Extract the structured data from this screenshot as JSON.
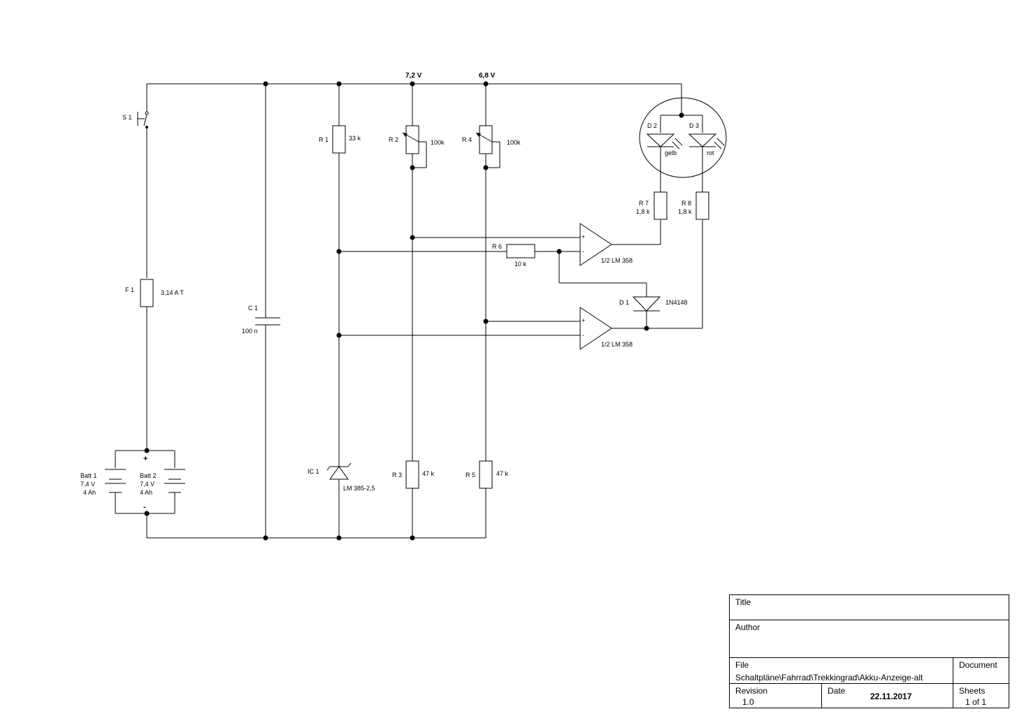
{
  "labels": {
    "rail_72": "7,2 V",
    "rail_68": "6,8 V",
    "s1": "S 1",
    "f1": "F 1",
    "f1_value": "3,14 A T",
    "c1": "C 1",
    "c1_value": "100 n",
    "r1": "R 1",
    "r1_value": "33 k",
    "r2": "R 2",
    "r2_value": "100k",
    "r4": "R 4",
    "r4_value": "100k",
    "r6": "R 6",
    "r6_value": "10 k",
    "r3": "R 3",
    "r3_value": "47 k",
    "r5": "R 5",
    "r5_value": "47 k",
    "r7": "R 7",
    "r7_value": "1,8 k",
    "r8": "R 8",
    "r8_value": "1,8 k",
    "d1": "D 1",
    "d1_value": "1N4148",
    "d2": "D 2",
    "d2_color": "gelb",
    "d3": "D 3",
    "d3_color": "rot",
    "ic1": "IC 1",
    "ic1_value": "LM 385-2,5",
    "opamp1": "1/2  LM 358",
    "opamp2": "1/2  LM 358",
    "batt1_name": "Batt 1",
    "batt1_voltage": "7,4 V",
    "batt1_capacity": "4 Ah",
    "batt2_name": "Batt 2",
    "batt2_voltage": "7,4 V",
    "batt2_capacity": "4 Ah",
    "plus": "+",
    "minus": "-",
    "in_plus": "+",
    "in_minus": "-"
  },
  "titleblock": {
    "title_label": "Title",
    "author_label": "Author",
    "file_label": "File",
    "file_value": "Schaltpläne\\Fahrrad\\Trekkingrad\\Akku-Anzeige-alt",
    "document_label": "Document",
    "revision_label": "Revision",
    "revision_value": "1.0",
    "date_label": "Date",
    "date_value": "22.11.2017",
    "sheets_label": "Sheets",
    "sheets_value": "1 of 1"
  }
}
